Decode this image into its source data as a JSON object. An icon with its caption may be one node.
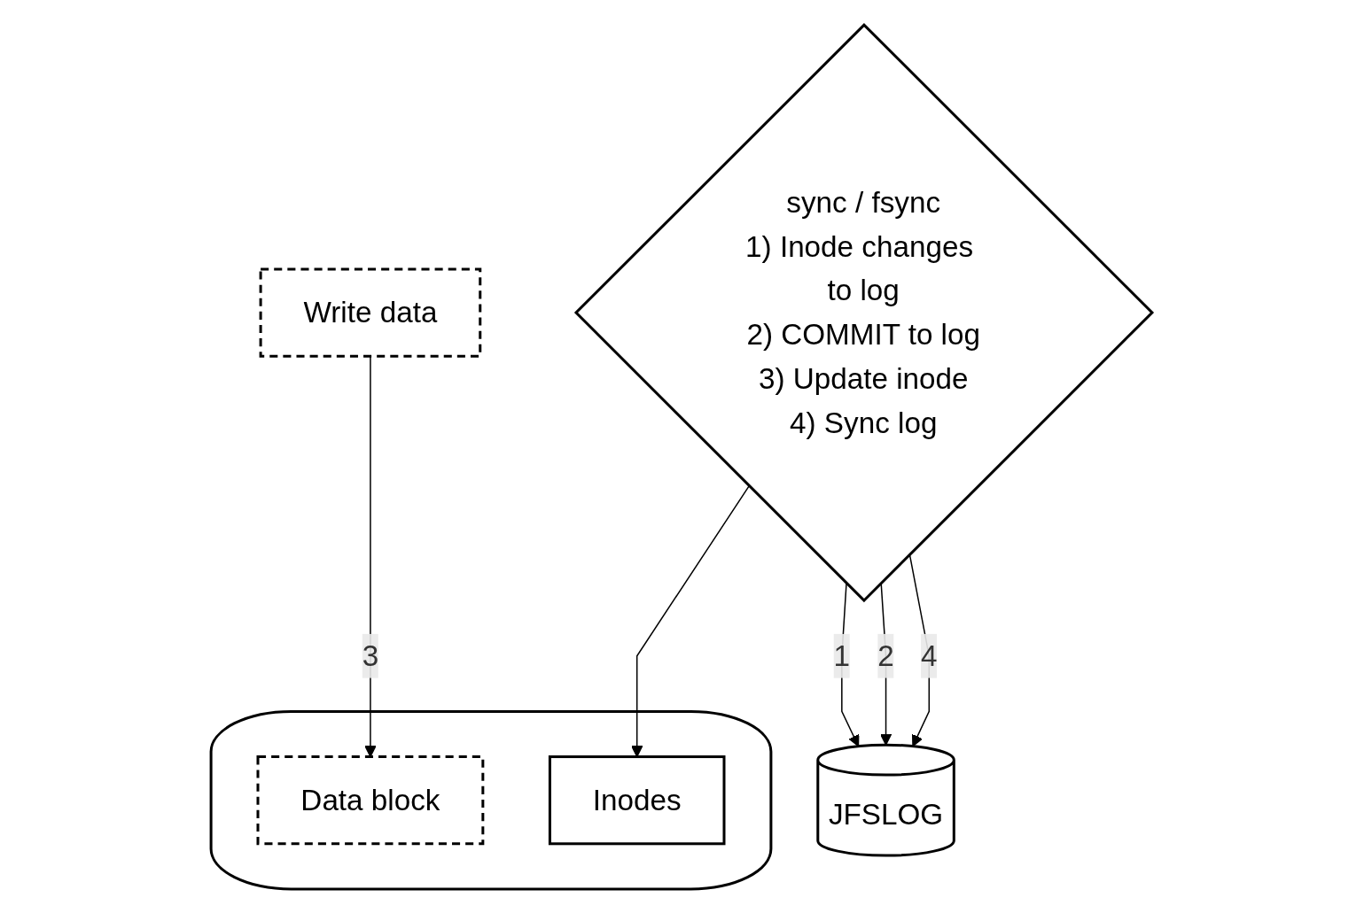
{
  "diagram": {
    "nodes": [
      {
        "text": [
          "Write data"
        ]
      },
      {
        "text": [],
        "shape": "cylinder"
      },
      {
        "text": [
          "Inodes"
        ],
        "in": 1
      },
      {
        "text": [
          "Data block"
        ],
        "in": 1
      },
      {
        "text": [
          "sync / fsync",
          "1) Inode changes to log",
          "2) COMMIT to log",
          "3) Update inode",
          "4) Sync log"
        ]
      },
      {
        "text": [
          "JFSLOG"
        ]
      }
    ],
    "edges": [
      {
        "from": 0,
        "to": 3,
        "arrow": "to",
        "label": "3"
      },
      {
        "from": 4,
        "to": 2,
        "arrow": "to"
      },
      {
        "from": 4,
        "to": 5,
        "arrow": "to",
        "label": "1"
      },
      {
        "from": 4,
        "to": 5,
        "arrow": "to",
        "label": "2"
      },
      {
        "from": 4,
        "to": 5,
        "arrow": "to",
        "label": "4"
      }
    ]
  }
}
